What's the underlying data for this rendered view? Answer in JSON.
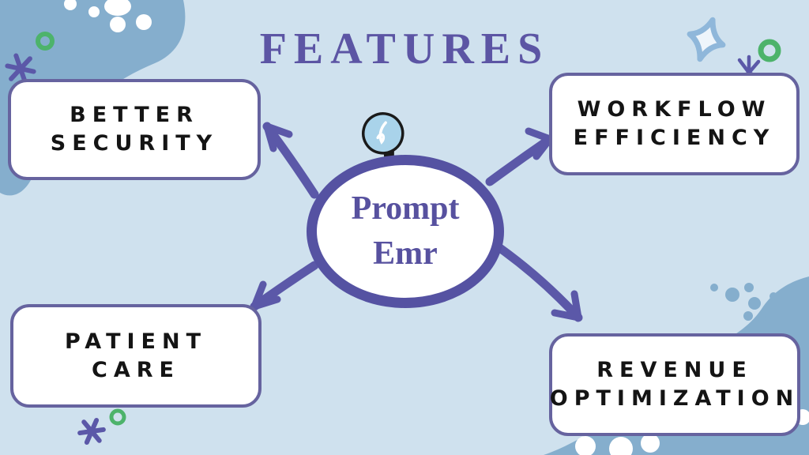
{
  "title": "FEATURES",
  "center_node": {
    "line1": "Prompt",
    "line2": "Emr"
  },
  "feature_boxes": [
    {
      "name": "better-security",
      "line1": "BETTER",
      "line2": "SECURITY",
      "position": "top-left"
    },
    {
      "name": "workflow-efficiency",
      "line1": "WORKFLOW",
      "line2": "EFFICIENCY",
      "position": "top-right"
    },
    {
      "name": "patient-care",
      "line1": "PATIENT",
      "line2": "CARE",
      "position": "bottom-left"
    },
    {
      "name": "revenue-optimization",
      "line1": "REVENUE",
      "line2": "OPTIMIZATION",
      "position": "bottom-right"
    }
  ],
  "decorations": {
    "icons": [
      "lightbulb-icon",
      "asterisk-sparkle-icon",
      "diamond-sparkle-icon",
      "green-ring-icon",
      "dots-cluster"
    ]
  },
  "colors": {
    "background": "#cfe1ee",
    "blob_blue": "#85aecd",
    "arrow_purple": "#5b58a8",
    "title_purple": "#5c55a4",
    "box_border_purple": "#66639f",
    "text_black": "#141414",
    "bulb_blue": "#a9d3ea",
    "accent_green": "#4db36b",
    "sparkle_blue": "#8fb7da",
    "box_background": "#ffffff"
  }
}
